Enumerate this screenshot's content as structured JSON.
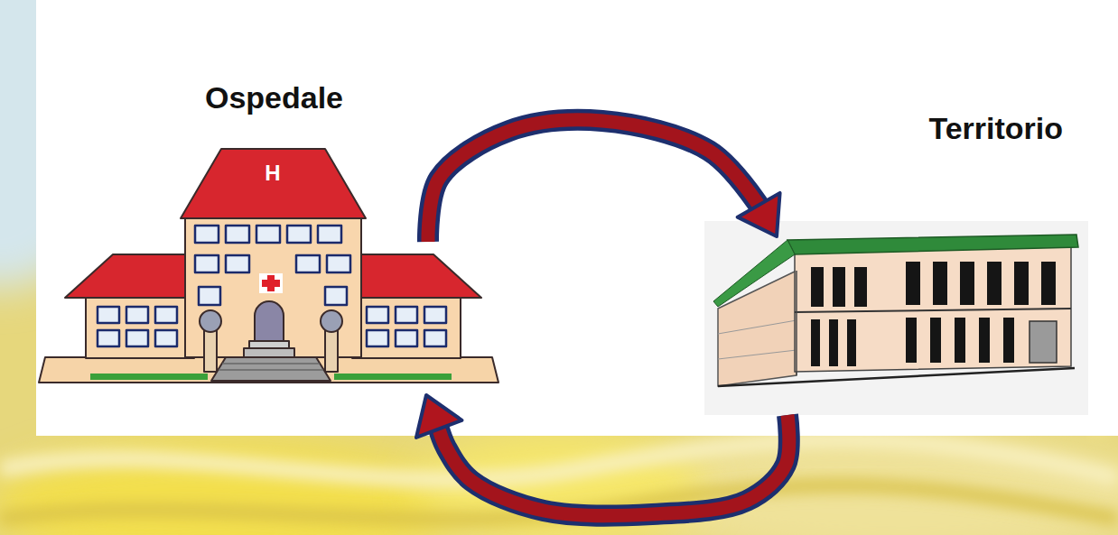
{
  "diagram": {
    "nodes": [
      {
        "text": [
          "Ospedale"
        ]
      },
      {
        "text": [
          "Territorio"
        ]
      }
    ],
    "edges": [
      {
        "from": 0,
        "to": 1,
        "arrow": "to"
      },
      {
        "from": 1,
        "to": 0,
        "arrow": "to"
      }
    ],
    "labels": [
      "H"
    ]
  }
}
